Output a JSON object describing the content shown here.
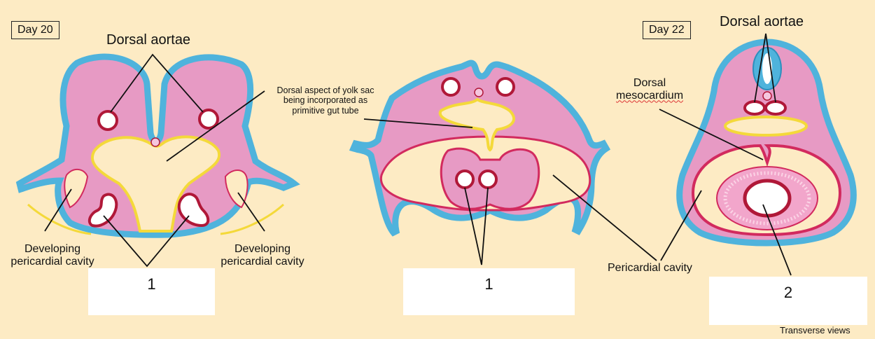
{
  "panel1": {
    "day_label": "Day 20",
    "dorsal_aortae": "Dorsal aortae",
    "yolk_sac_line1": "Dorsal aspect of yolk sac",
    "yolk_sac_line2": "being incorporated as",
    "yolk_sac_line3": "primitive gut tube",
    "left_cavity_line1": "Developing",
    "left_cavity_line2": "pericardial cavity",
    "right_cavity_line1": "Developing",
    "right_cavity_line2": "pericardial cavity",
    "answer": "1"
  },
  "panel2": {
    "answer": "1",
    "pericardial_cavity": "Pericardial cavity"
  },
  "panel3": {
    "day_label": "Day 22",
    "dorsal_aortae": "Dorsal aortae",
    "dorsal_mesocardium_line1": "Dorsal",
    "dorsal_mesocardium_line2": "mesocardium",
    "answer": "2"
  },
  "footer": "Transverse views",
  "colors": {
    "background": "#fdebc4",
    "ectoderm_blue": "#4fb3dc",
    "tissue_pink": "#e79ac4",
    "cavity_cream": "#fdebc4",
    "endoderm_yellow": "#f4d93a",
    "membrane_red": "#d22a5e",
    "vessel_red": "#b01838"
  }
}
